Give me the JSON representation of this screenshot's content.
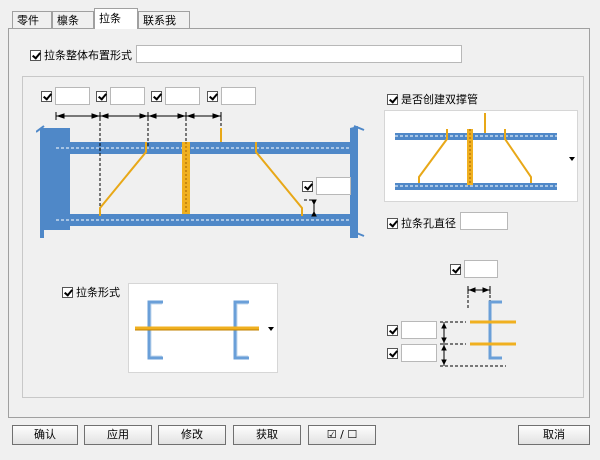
{
  "tabs": [
    "零件",
    "檩条",
    "拉条",
    "联系我们"
  ],
  "layout_label": "拉条整体布置形式",
  "layout_value": "",
  "spacing_values": [
    "",
    "",
    "",
    ""
  ],
  "right_field_value": "",
  "double_tube_label": "是否创建双撑管",
  "hole_label": "拉条孔直径",
  "hole_value": "",
  "form_label": "拉条形式",
  "detail_top_value": "",
  "detail_value_1": "",
  "detail_value_2": "",
  "buttons": {
    "confirm": "确认",
    "apply": "应用",
    "modify": "修改",
    "fetch": "获取",
    "toggle": "☑ / ☐",
    "cancel": "取消"
  },
  "colors": {
    "purlin": "#4f88c8",
    "rod": "#f0b020",
    "column": "#4f88c8"
  }
}
